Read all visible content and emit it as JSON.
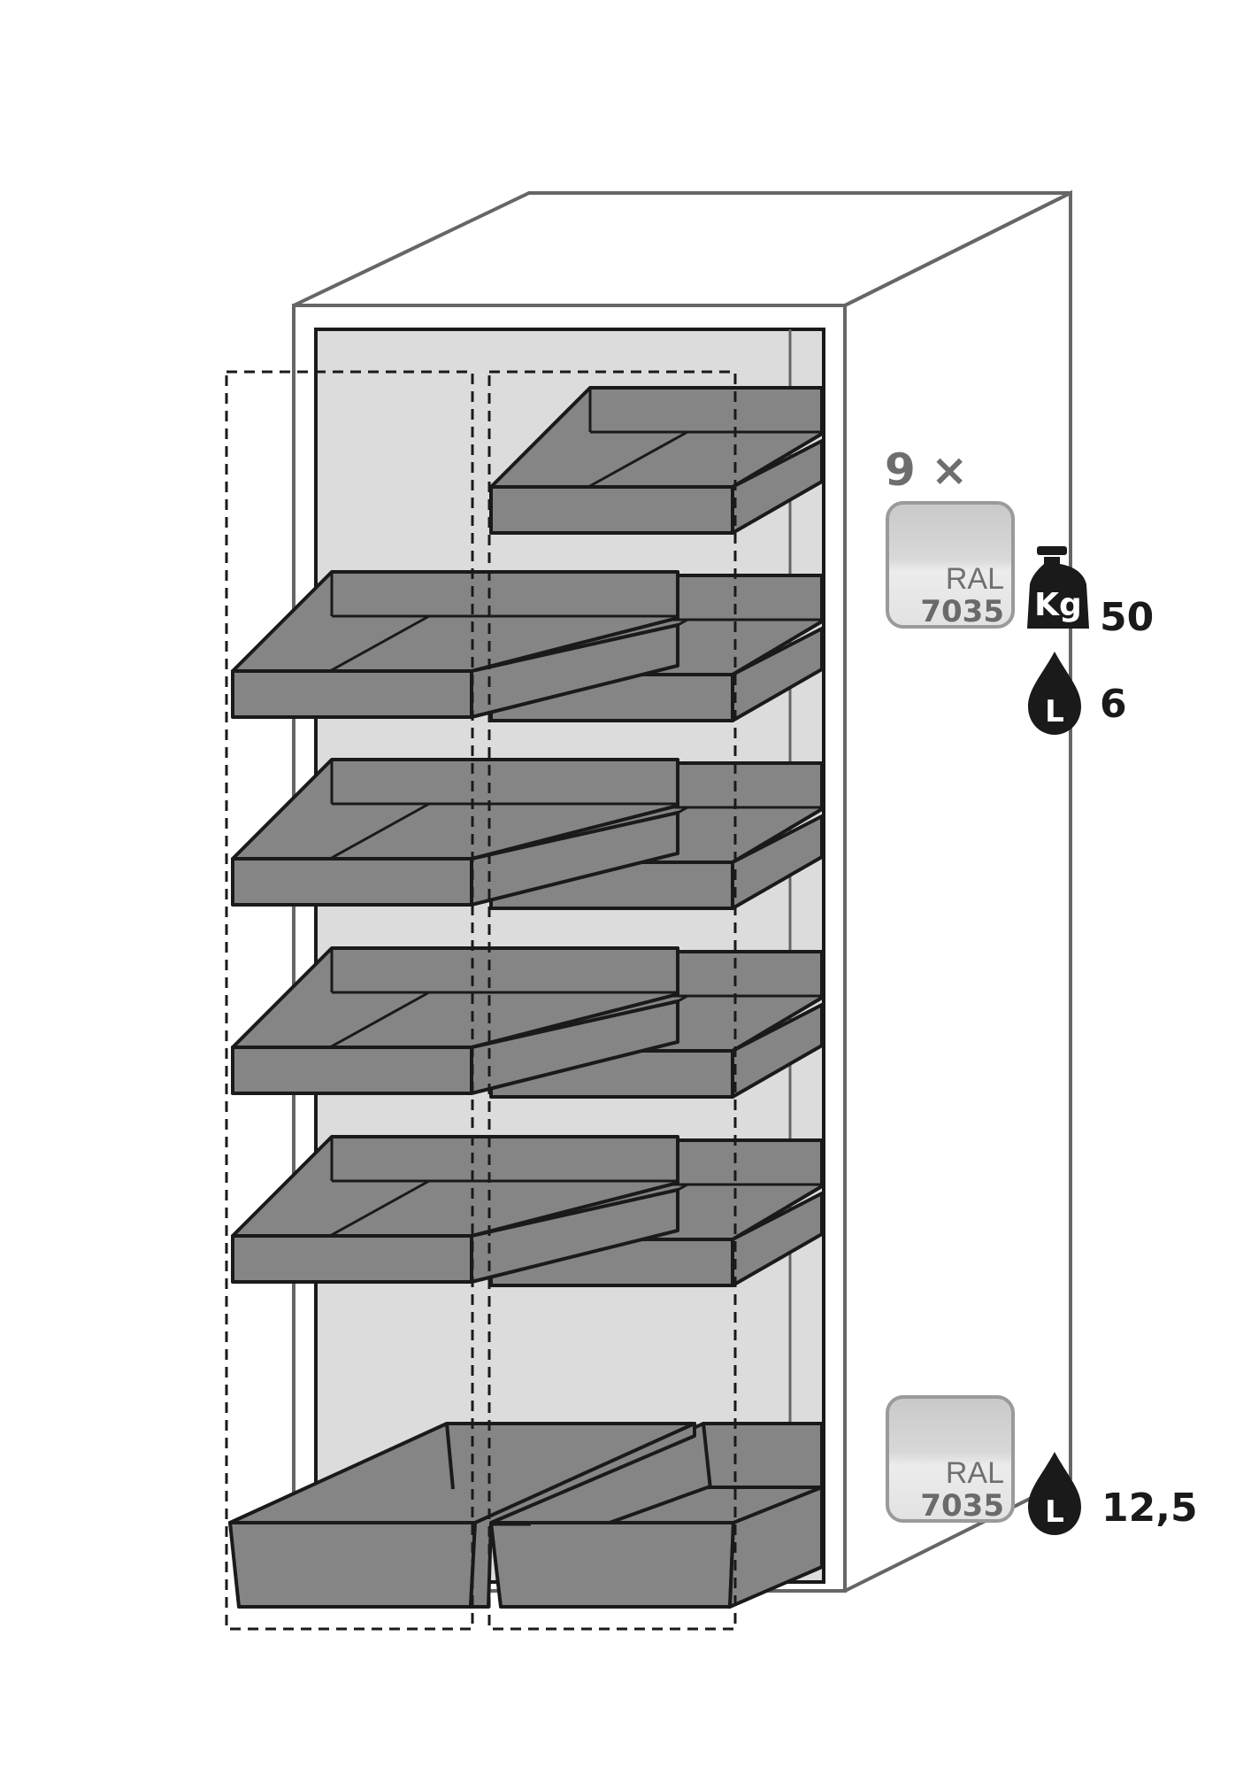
{
  "diagram": {
    "quantity_label": "9 ×",
    "shelf_tray": {
      "color_label": "RAL",
      "color_code": "7035",
      "load_value": "50",
      "load_icon_text": "Kg",
      "volume_value": "6",
      "volume_icon_text": "L"
    },
    "bottom_sump": {
      "color_label": "RAL",
      "color_code": "7035",
      "volume_value": "12,5",
      "volume_icon_text": "L"
    },
    "colors": {
      "outline": "#666666",
      "inner_panel": "#dcdcdc",
      "tray_fill": "#858585",
      "tray_stroke": "#1a1a1a",
      "swatch": "#d6d6d6",
      "quantity_text": "#6e6e6e",
      "icon": "#1a1a1a"
    },
    "icons": [
      "weight-icon",
      "drop-icon",
      "color-swatch-icon"
    ]
  }
}
